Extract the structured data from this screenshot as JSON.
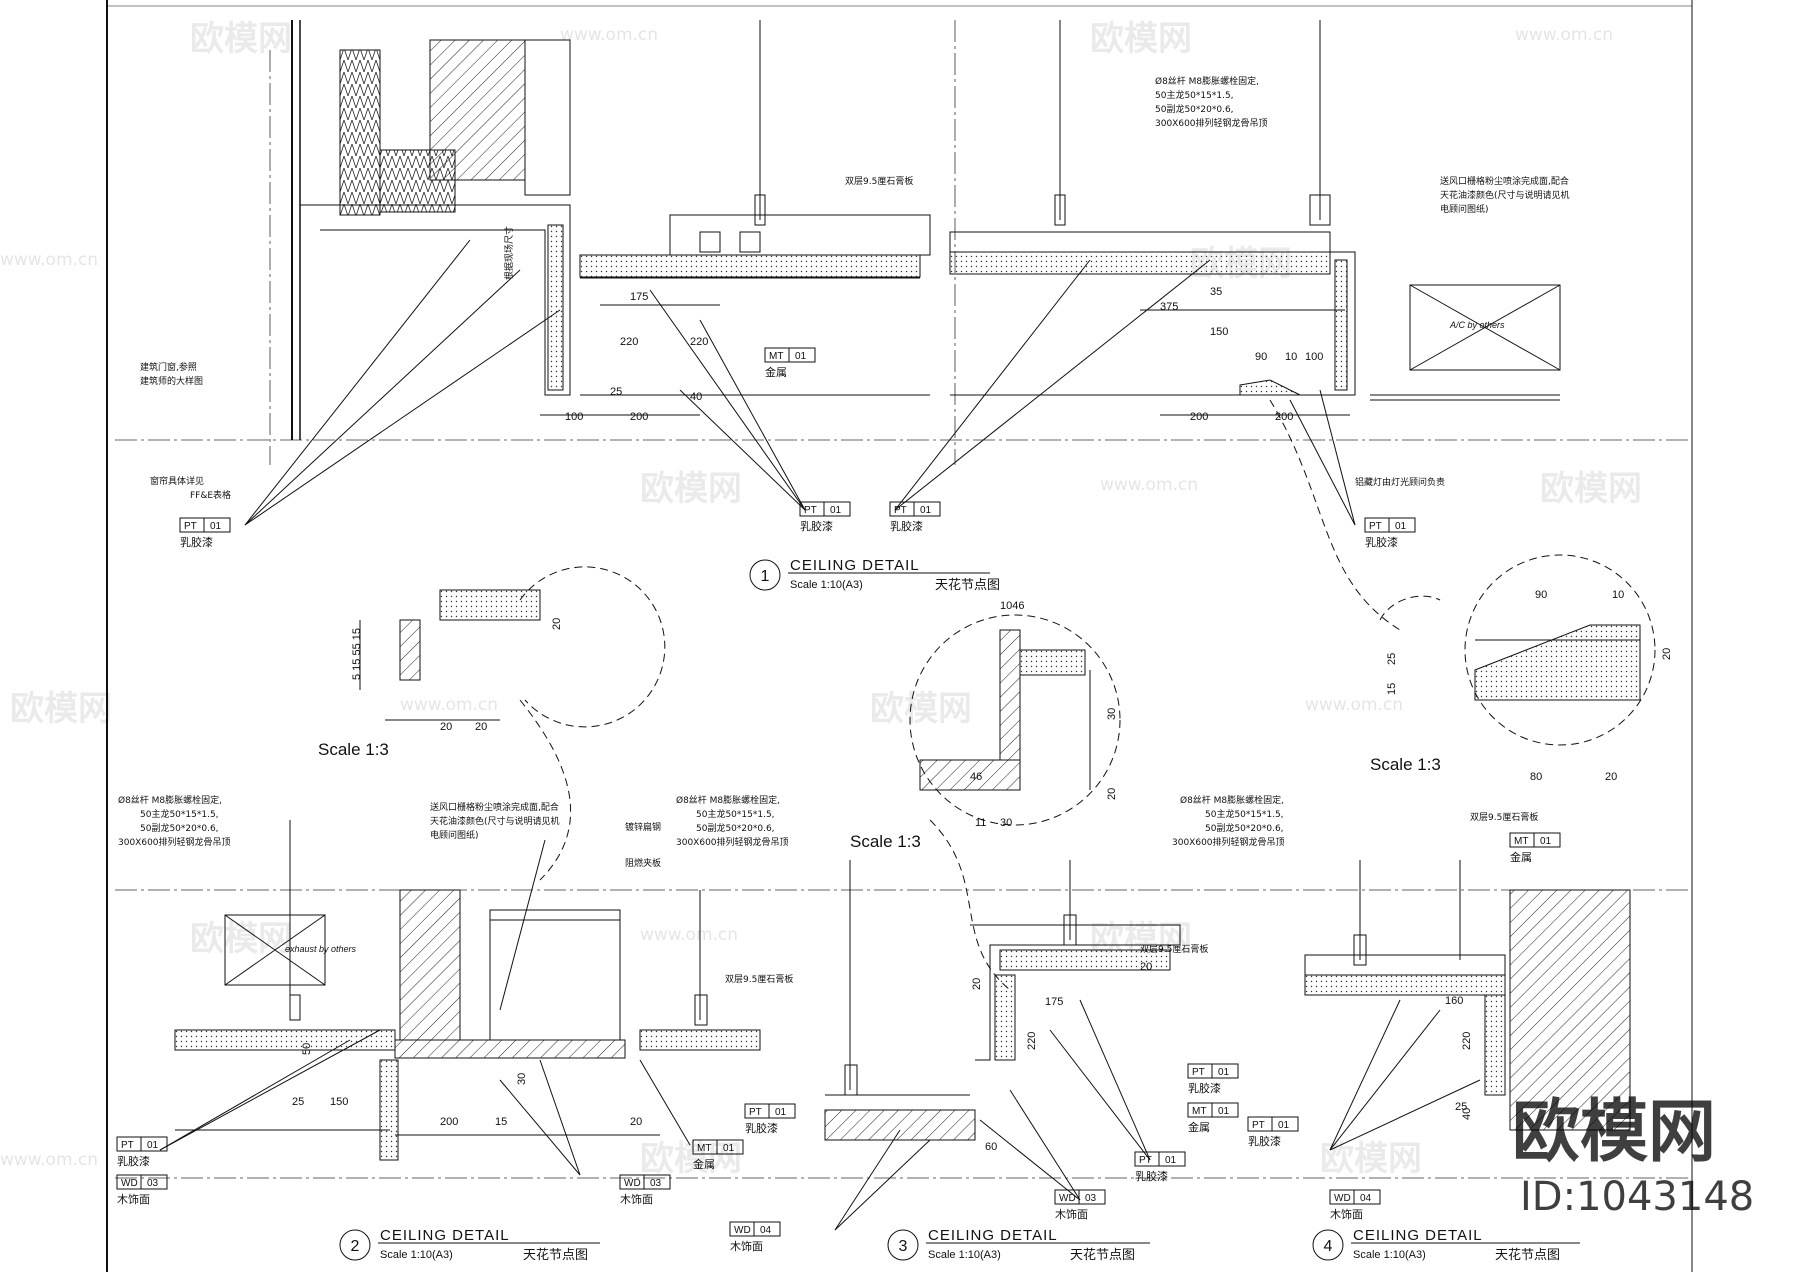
{
  "drawing": {
    "details": [
      {
        "number": "1",
        "title": "CEILING DETAIL",
        "scale": "Scale  1:10(A3)",
        "title_cn": "天花节点图"
      },
      {
        "number": "2",
        "title": "CEILING DETAIL",
        "scale": "Scale  1:10(A3)",
        "title_cn": "天花节点图"
      },
      {
        "number": "3",
        "title": "CEILING DETAIL",
        "scale": "Scale  1:10(A3)",
        "title_cn": "天花节点图"
      },
      {
        "number": "4",
        "title": "CEILING DETAIL",
        "scale": "Scale  1:10(A3)",
        "title_cn": "天花节点图"
      }
    ],
    "enlarged_scales": [
      "Scale  1:3",
      "Scale  1:3",
      "Scale  1:3"
    ],
    "material_tags": {
      "pt": {
        "code": "PT",
        "num": "01",
        "name": "乳胶漆"
      },
      "mt": {
        "code": "MT",
        "num": "01",
        "name": "金属"
      },
      "wd03": {
        "code": "WD",
        "num": "03",
        "name": "木饰面"
      },
      "wd04": {
        "code": "WD",
        "num": "04",
        "name": "木饰面"
      }
    },
    "notes": {
      "hanger_1": "Ø8丝杆 M8膨胀螺栓固定,",
      "hanger_2": "50主龙50*15*1.5,",
      "hanger_3": "50副龙50*20*0.6,",
      "hanger_4": "300X600排列轻钢龙骨吊顶",
      "gypsum": "双层9.5厘石膏板",
      "vent_1": "送风口栅格粉尘喷涂完成面,配合",
      "vent_2": "天花油漆颜色(尺寸与说明请见机",
      "vent_3": "电顾问图纸)",
      "window_1": "建筑门窗,参照",
      "window_2": "建筑师的大样图",
      "curtain_1": "窗帘具体详见",
      "curtain_2": "FF&E表格",
      "light_trough": "铝藏灯由灯光顾问负责",
      "site_size": "根据现场尺寸",
      "mirror": "镀锌扁钢",
      "board": "阻燃夹板",
      "ac": "A/C by others",
      "exhaust": "exhaust by others"
    },
    "dims": {
      "d100": "100",
      "d200": "200",
      "d175": "175",
      "d220": "220",
      "d25": "25",
      "d40": "40",
      "d20": "20",
      "d375": "375",
      "d150": "150",
      "d35": "35",
      "d90": "90",
      "d10": "10",
      "d50": "50",
      "d160": "160",
      "d30": "30",
      "d60": "60",
      "d80": "80",
      "d15": "15",
      "d11": "11",
      "d1046": "1046",
      "d46": "46"
    },
    "watermark": {
      "brand": "欧模网",
      "url": "www.om.cn",
      "id": "ID:1043148"
    }
  }
}
